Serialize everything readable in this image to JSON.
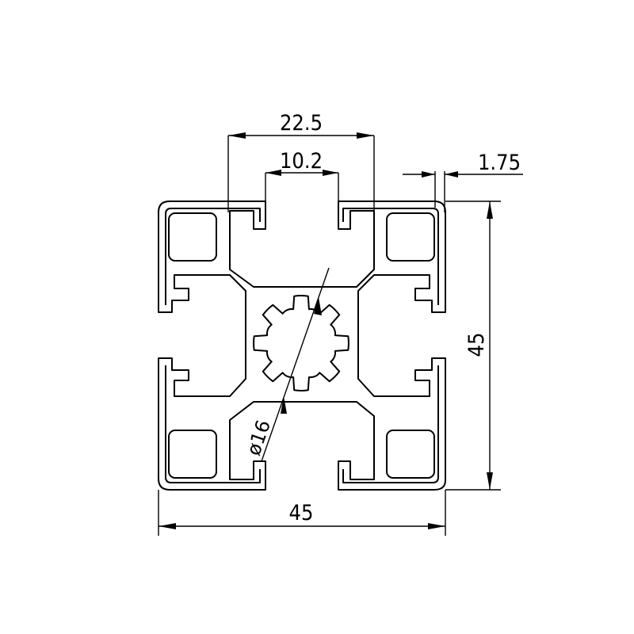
{
  "dimensions": {
    "slot_outer_width": "22.5",
    "slot_opening": "10.2",
    "wall_thickness": "1.75",
    "height": "45",
    "width": "45",
    "core_diameter": "ø16"
  },
  "colors": {
    "line": "#000000",
    "background": "#ffffff"
  }
}
